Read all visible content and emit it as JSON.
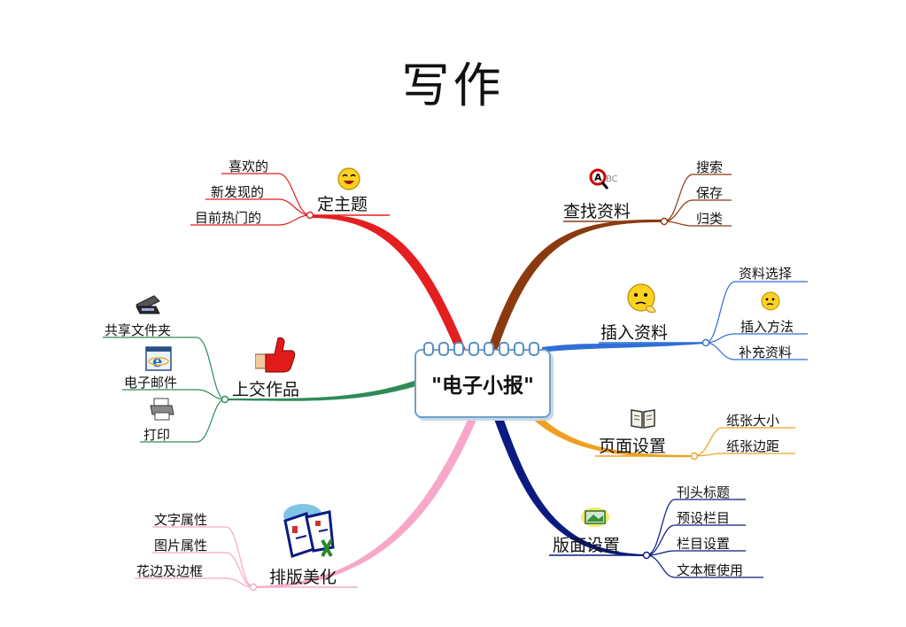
{
  "title": "写作",
  "center": {
    "label": "\"电子小报\""
  },
  "branches": {
    "theme": {
      "label": "定主题",
      "color": "#e41f1f",
      "leaves": [
        "喜欢的",
        "新发现的",
        "目前热门的"
      ]
    },
    "search": {
      "label": "查找资料",
      "color": "#8b3a10",
      "leaves": [
        "搜索",
        "保存",
        "归类"
      ],
      "icon_text": "BC"
    },
    "insert": {
      "label": "插入资料",
      "color": "#2f6fd6",
      "leaves": [
        "资料选择",
        "插入方法",
        "补充资料"
      ]
    },
    "page": {
      "label": "页面设置",
      "color": "#f0a020",
      "leaves": [
        "纸张大小",
        "纸张边距"
      ]
    },
    "layout": {
      "label": "版面设置",
      "color": "#0a1a80",
      "leaves": [
        "刊头标题",
        "预设栏目",
        "栏目设置",
        "文本框使用"
      ]
    },
    "beautify": {
      "label": "排版美化",
      "color": "#f7a8c8",
      "leaves": [
        "文字属性",
        "图片属性",
        "花边及边框"
      ]
    },
    "submit": {
      "label": "上交作品",
      "color": "#2e8b57",
      "leaves": [
        "共享文件夹",
        "电子邮件",
        "打印"
      ]
    }
  }
}
